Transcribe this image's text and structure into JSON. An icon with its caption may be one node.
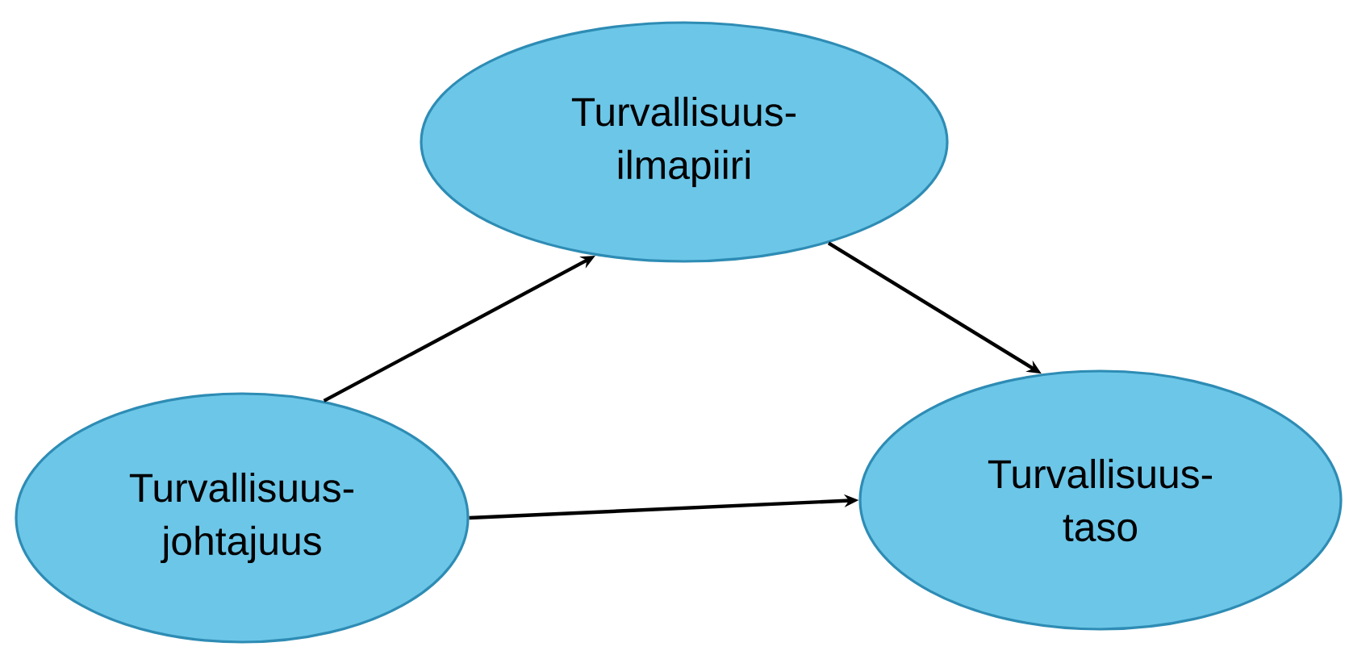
{
  "diagram": {
    "nodes": [
      {
        "text": [
          "Turvallisuus- ilmapiiri"
        ]
      },
      {
        "text": [
          "Turvallisuus- johtajuus"
        ]
      },
      {
        "text": [
          "Turvallisuus- taso"
        ]
      }
    ],
    "edges": [
      {
        "from": 1,
        "to": 0,
        "arrow": "to"
      },
      {
        "from": 0,
        "to": 2,
        "arrow": "to"
      },
      {
        "from": 1,
        "to": 2,
        "arrow": "to"
      }
    ]
  }
}
